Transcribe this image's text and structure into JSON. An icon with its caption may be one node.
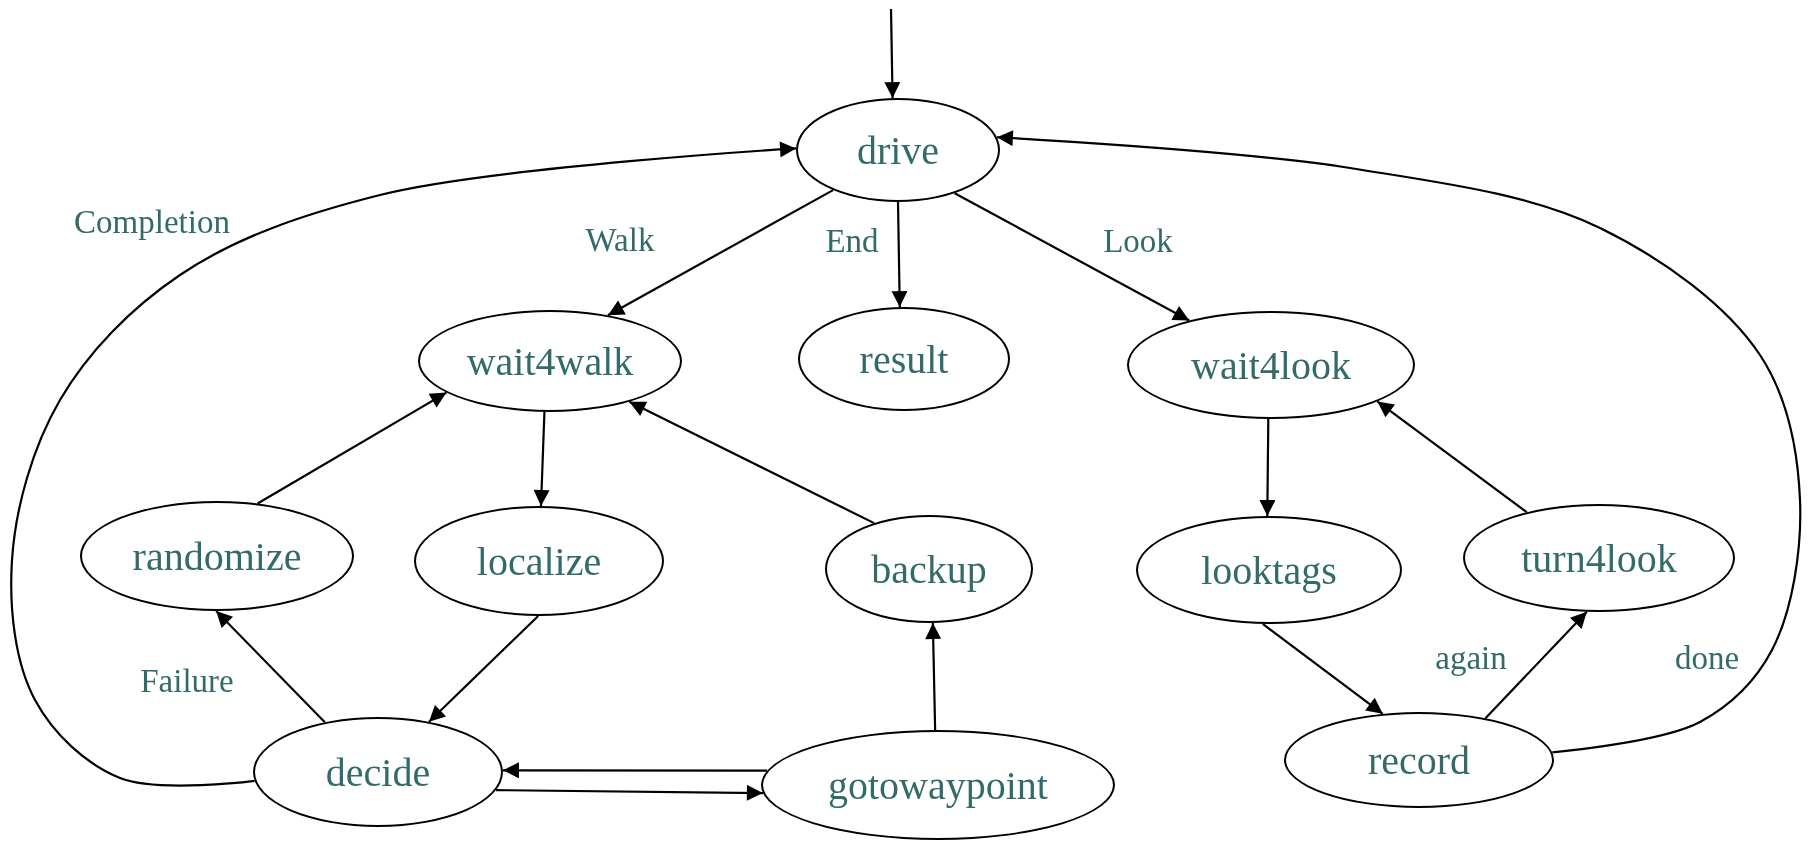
{
  "diagram": {
    "nodes": [
      {
        "text": [
          "drive"
        ]
      },
      {
        "text": [
          "wait4walk"
        ]
      },
      {
        "text": [
          "result"
        ]
      },
      {
        "text": [
          "wait4look"
        ]
      },
      {
        "text": [
          "randomize"
        ]
      },
      {
        "text": [
          "localize"
        ]
      },
      {
        "text": [
          "backup"
        ]
      },
      {
        "text": [
          "looktags"
        ]
      },
      {
        "text": [
          "turn4look"
        ]
      },
      {
        "text": [
          "decide"
        ]
      },
      {
        "text": [
          "gotowaypoint"
        ]
      },
      {
        "text": [
          "record"
        ]
      }
    ],
    "edges": [
      {
        "from": null,
        "to": 0,
        "arrow": "to"
      },
      {
        "from": 0,
        "to": 1,
        "arrow": "to",
        "label": "Walk"
      },
      {
        "from": 0,
        "to": 2,
        "arrow": "to",
        "label": "End"
      },
      {
        "from": 0,
        "to": 3,
        "arrow": "to",
        "label": "Look"
      },
      {
        "from": 1,
        "to": 5,
        "arrow": "to"
      },
      {
        "from": 5,
        "to": 9,
        "arrow": "to"
      },
      {
        "from": 9,
        "to": 4,
        "arrow": "to",
        "label": "Failure"
      },
      {
        "from": 4,
        "to": 1,
        "arrow": "to"
      },
      {
        "from": 6,
        "to": 1,
        "arrow": "to"
      },
      {
        "from": 10,
        "to": 6,
        "arrow": "to"
      },
      {
        "from": 10,
        "to": 9,
        "arrow": "to"
      },
      {
        "from": 9,
        "to": 10,
        "arrow": "to"
      },
      {
        "from": 9,
        "to": 0,
        "arrow": "to",
        "label": "Completion"
      },
      {
        "from": 3,
        "to": 7,
        "arrow": "to"
      },
      {
        "from": 7,
        "to": 11,
        "arrow": "to"
      },
      {
        "from": 11,
        "to": 8,
        "arrow": "to",
        "label": "again"
      },
      {
        "from": 8,
        "to": 3,
        "arrow": "to"
      },
      {
        "from": 11,
        "to": 0,
        "arrow": "to",
        "label": "done"
      }
    ]
  }
}
